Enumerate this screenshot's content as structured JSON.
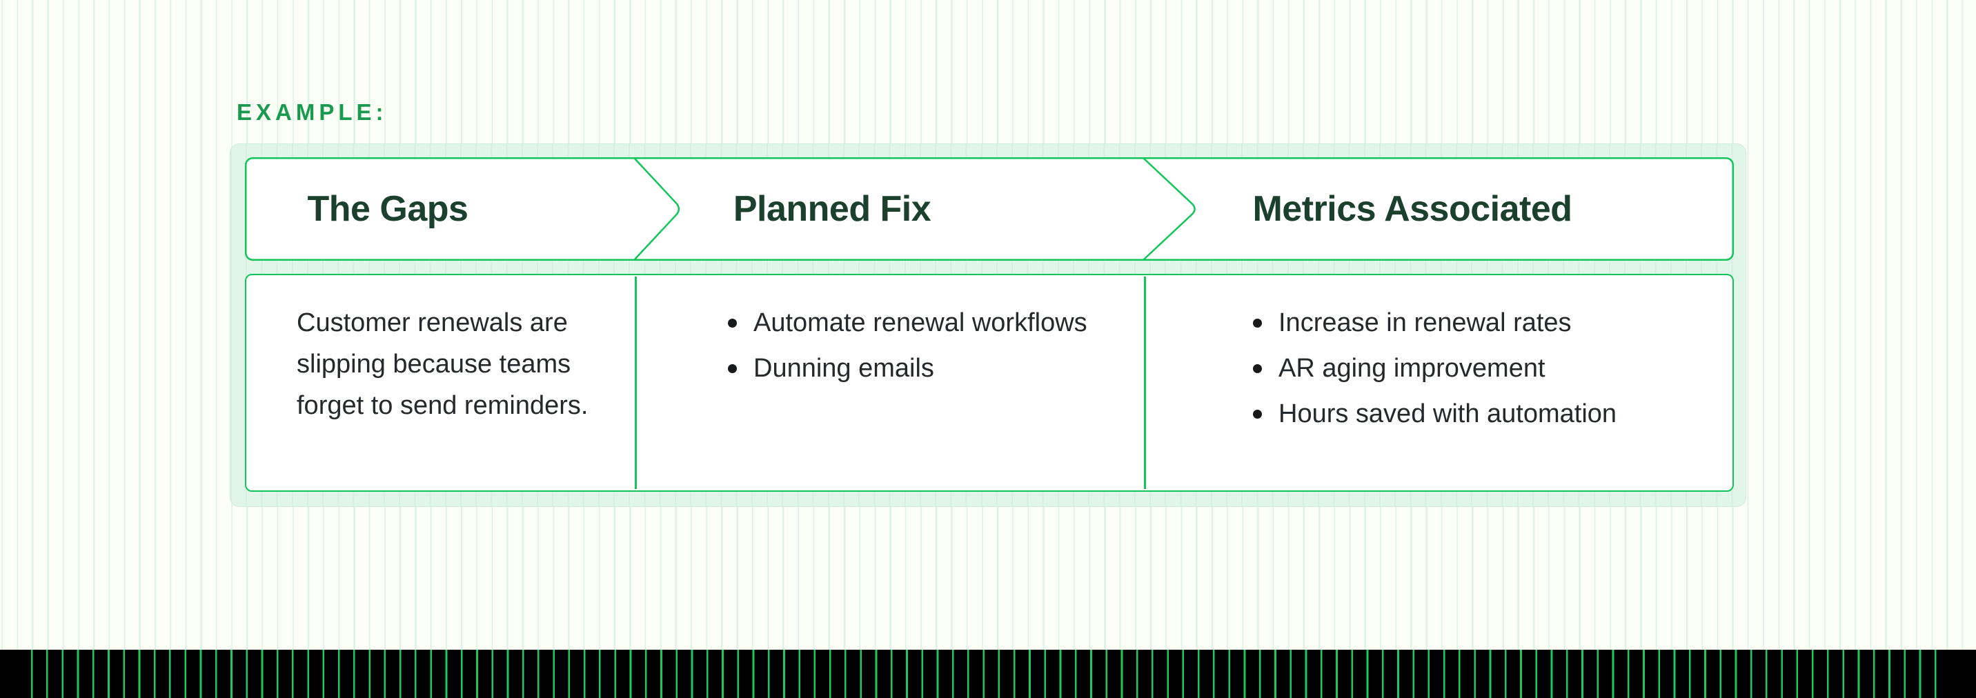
{
  "example_label": "EXAMPLE:",
  "table": {
    "headers": [
      {
        "label": "The Gaps"
      },
      {
        "label": "Planned Fix"
      },
      {
        "label": "Metrics Associated"
      }
    ],
    "columns": [
      {
        "type": "paragraph",
        "lines": [
          "Customer renewals are",
          "slipping because teams",
          "forget to send reminders."
        ]
      },
      {
        "type": "bullets",
        "items": [
          "Automate renewal workflows",
          "Dunning emails"
        ]
      },
      {
        "type": "bullets",
        "items": [
          "Increase in renewal rates",
          "AR aging improvement",
          "Hours saved with automation"
        ]
      }
    ]
  },
  "colors": {
    "page_bg": "#fcfff5",
    "page_stripe": "#ddf2e6",
    "panel_fill": "#e1f5e8",
    "panel_stripe": "#d6efdf",
    "panel_edge": "#cdebd8",
    "border_green": "#12c55a",
    "label_green": "#1a9a4f",
    "heading_green": "#1c402e",
    "body_text": "#26292b",
    "bullet_dot": "#17191b",
    "cell_bg": "#ffffff",
    "footer_bg": "#000000",
    "footer_line": "#1cc95e"
  }
}
